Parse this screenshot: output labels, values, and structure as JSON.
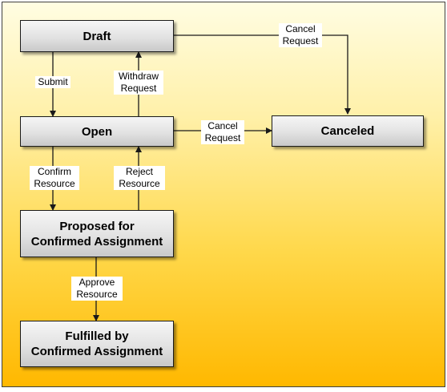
{
  "states": {
    "draft": "Draft",
    "open": "Open",
    "canceled": "Canceled",
    "proposed": "Proposed for\nConfirmed Assignment",
    "fulfilled": "Fulfilled by\nConfirmed Assignment"
  },
  "transitions": {
    "submit": "Submit",
    "withdraw_request": "Withdraw\nRequest",
    "cancel_request_from_draft": "Cancel\nRequest",
    "cancel_request_from_open": "Cancel\nRequest",
    "confirm_resource": "Confirm\nResource",
    "reject_resource": "Reject\nResource",
    "approve_resource": "Approve\nResource"
  },
  "colors": {
    "background_top": "#fffde2",
    "background_bottom": "#ffb800",
    "box_fill": "#e2e2e2",
    "line": "#1a1a1a"
  }
}
